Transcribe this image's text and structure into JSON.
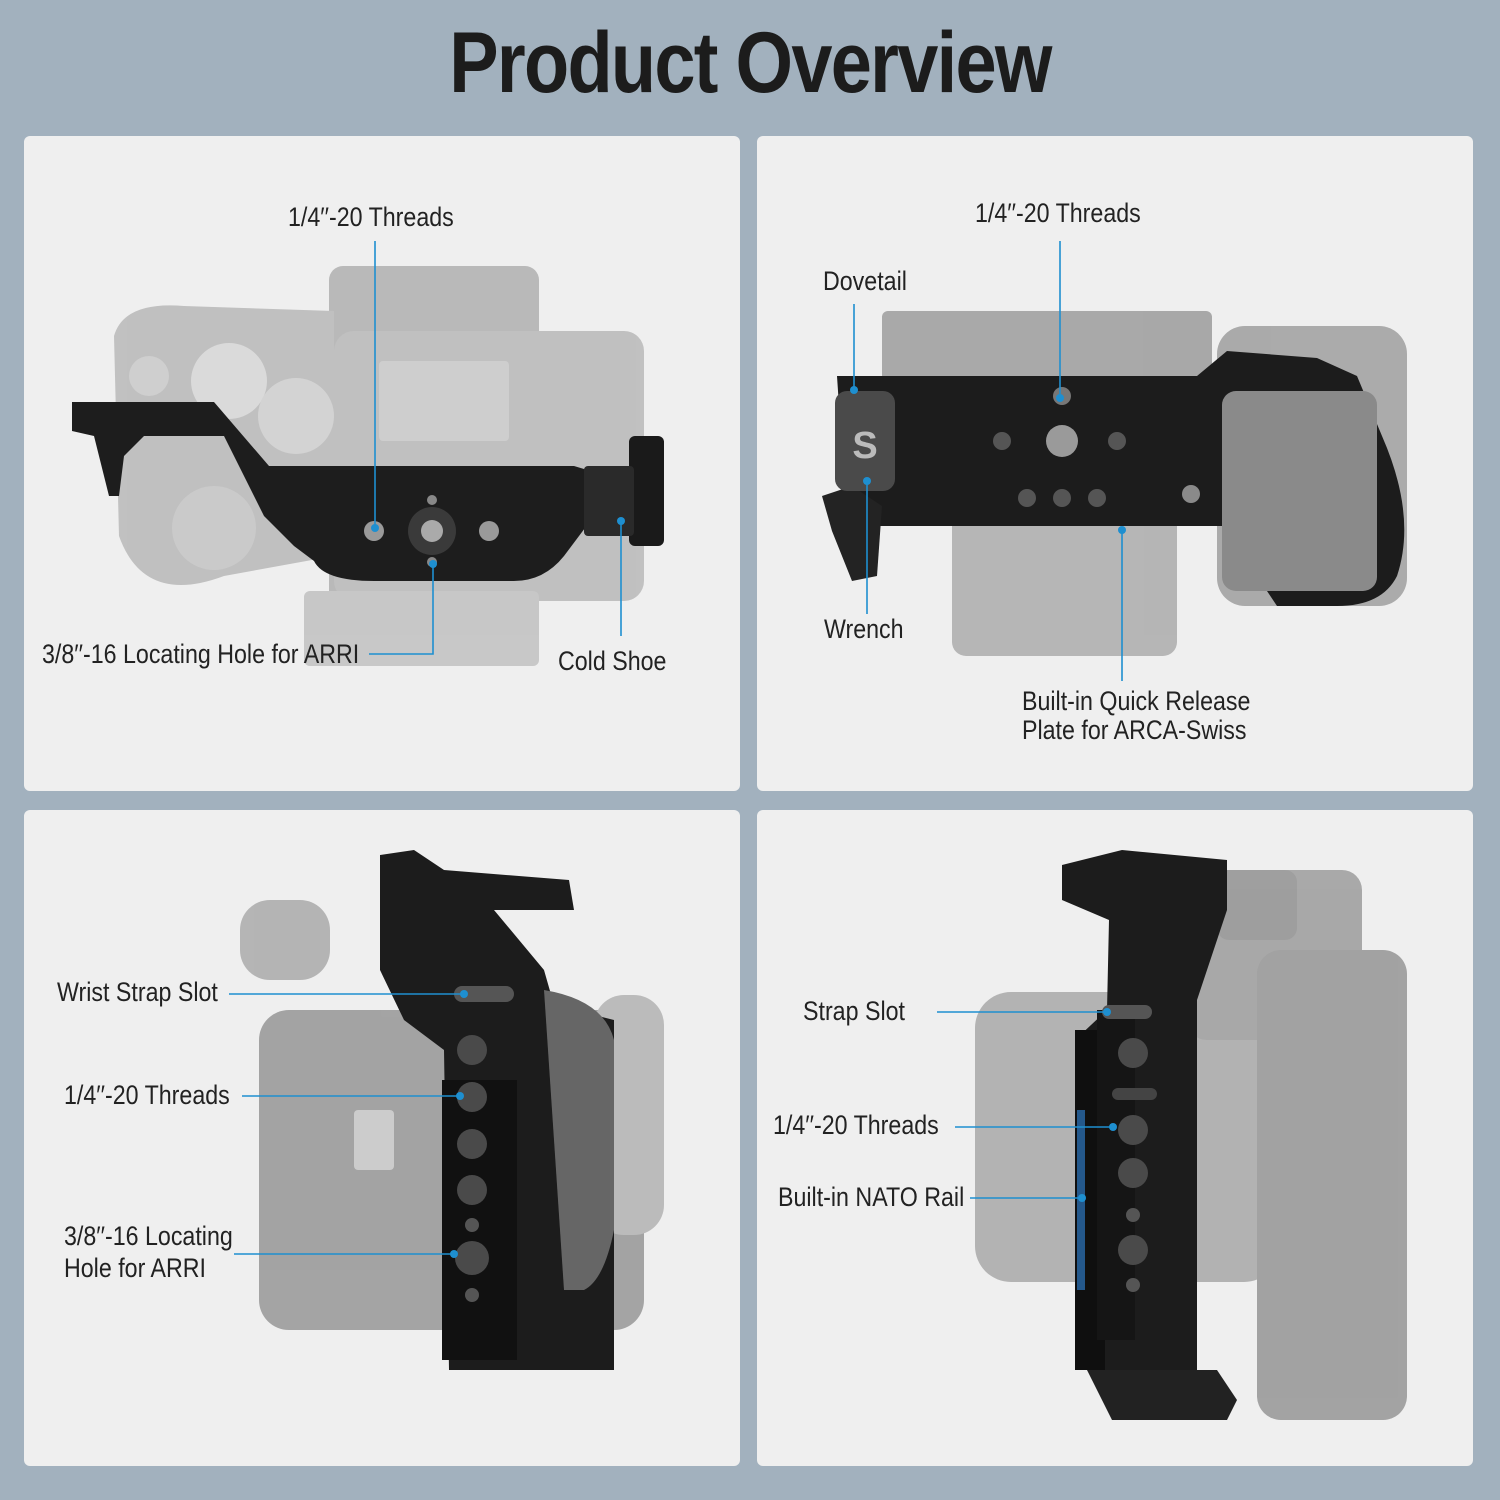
{
  "page": {
    "title": "Product Overview",
    "background": "#a2b1be",
    "panel_background": "#efefef",
    "callout_line_color": "#1e8fd0"
  },
  "panels": [
    {
      "view": "top",
      "labels": {
        "threads": "1/4′′-20 Threads",
        "arri_hole": "3/8′′-16 Locating Hole for ARRI",
        "cold_shoe": "Cold Shoe"
      }
    },
    {
      "view": "bottom",
      "labels": {
        "threads": "1/4′′-20 Threads",
        "dovetail": "Dovetail",
        "wrench": "Wrench",
        "quick_release_line1": "Built-in Quick Release",
        "quick_release_line2": "Plate  for ARCA-Swiss"
      },
      "camera_marks": {
        "wrench_glyph": "S"
      }
    },
    {
      "view": "left-side",
      "labels": {
        "wrist_strap": "Wrist Strap Slot",
        "threads": "1/4′′-20 Threads",
        "arri_line1": "3/8′′-16 Locating",
        "arri_line2": "Hole for ARRI"
      }
    },
    {
      "view": "right-side",
      "labels": {
        "strap_slot": "Strap Slot",
        "threads": "1/4′′-20 Threads",
        "nato_rail": "Built-in NATO Rail"
      }
    }
  ]
}
